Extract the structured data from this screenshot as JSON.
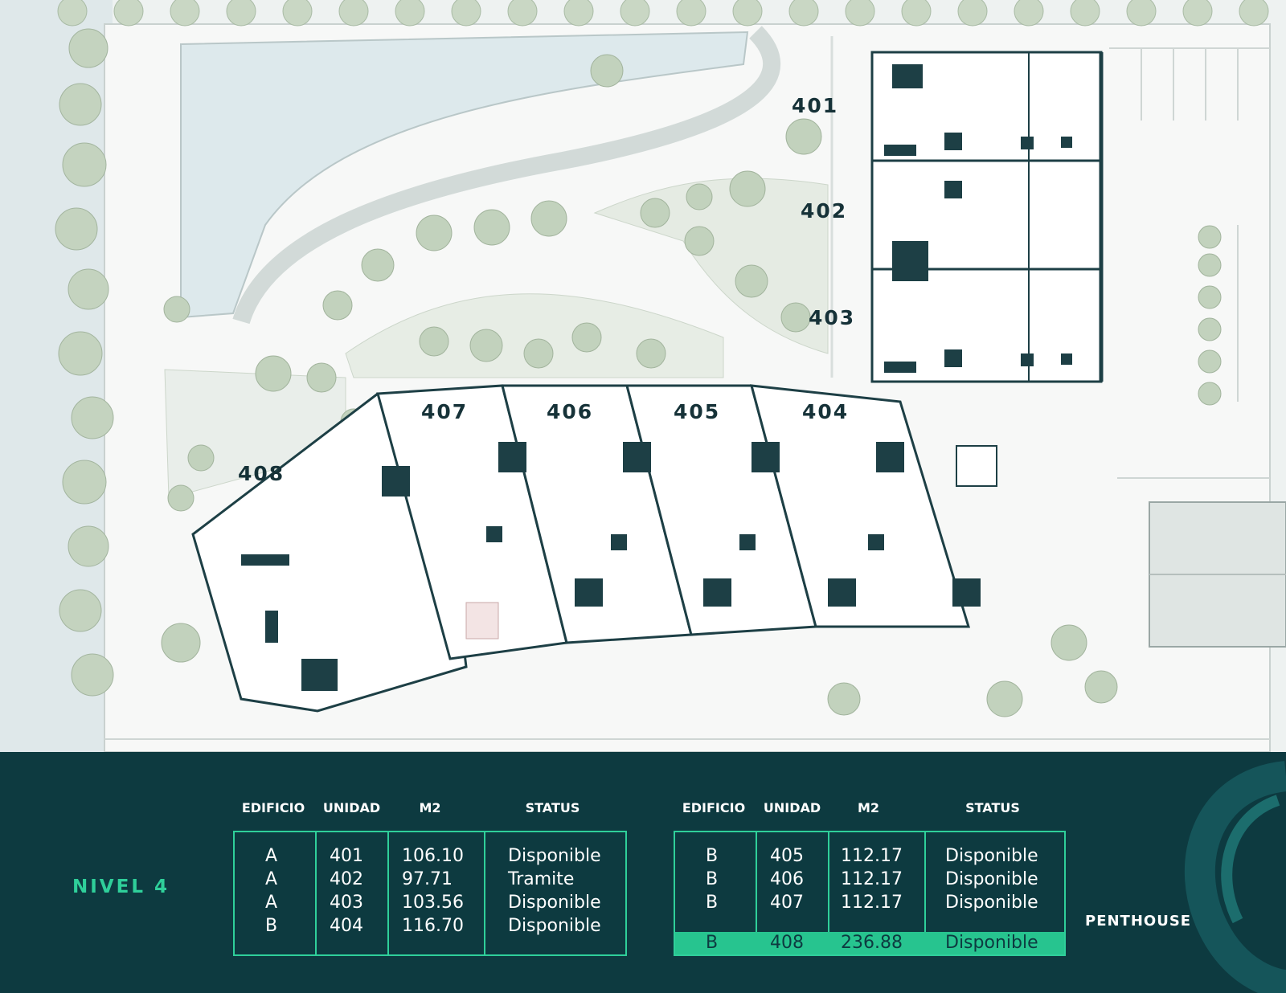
{
  "plan": {
    "units": [
      {
        "id": "401",
        "label": "401"
      },
      {
        "id": "402",
        "label": "402"
      },
      {
        "id": "403",
        "label": "403"
      },
      {
        "id": "404",
        "label": "404"
      },
      {
        "id": "405",
        "label": "405"
      },
      {
        "id": "406",
        "label": "406"
      },
      {
        "id": "407",
        "label": "407"
      },
      {
        "id": "408",
        "label": "408"
      }
    ]
  },
  "panel": {
    "level_title": "NIVEL 4",
    "headers": [
      "EDIFICIO",
      "UNIDAD",
      "M2",
      "STATUS"
    ],
    "left_rows": [
      [
        "A",
        "401",
        "106.10",
        "Disponible"
      ],
      [
        "A",
        "402",
        "97.71",
        "Tramite"
      ],
      [
        "A",
        "403",
        "103.56",
        "Disponible"
      ],
      [
        "B",
        "404",
        "116.70",
        "Disponible"
      ]
    ],
    "right_rows": [
      [
        "B",
        "405",
        "112.17",
        "Disponible"
      ],
      [
        "B",
        "406",
        "112.17",
        "Disponible"
      ],
      [
        "B",
        "407",
        "112.17",
        "Disponible"
      ],
      [
        "B",
        "408",
        "236.88",
        "Disponible"
      ]
    ],
    "highlight_note": "PENTHOUSE"
  },
  "colors": {
    "panel_bg": "#0d3a40",
    "accent": "#2fcf9a",
    "highlight": "#27c48f",
    "unit_label": "#163238"
  }
}
